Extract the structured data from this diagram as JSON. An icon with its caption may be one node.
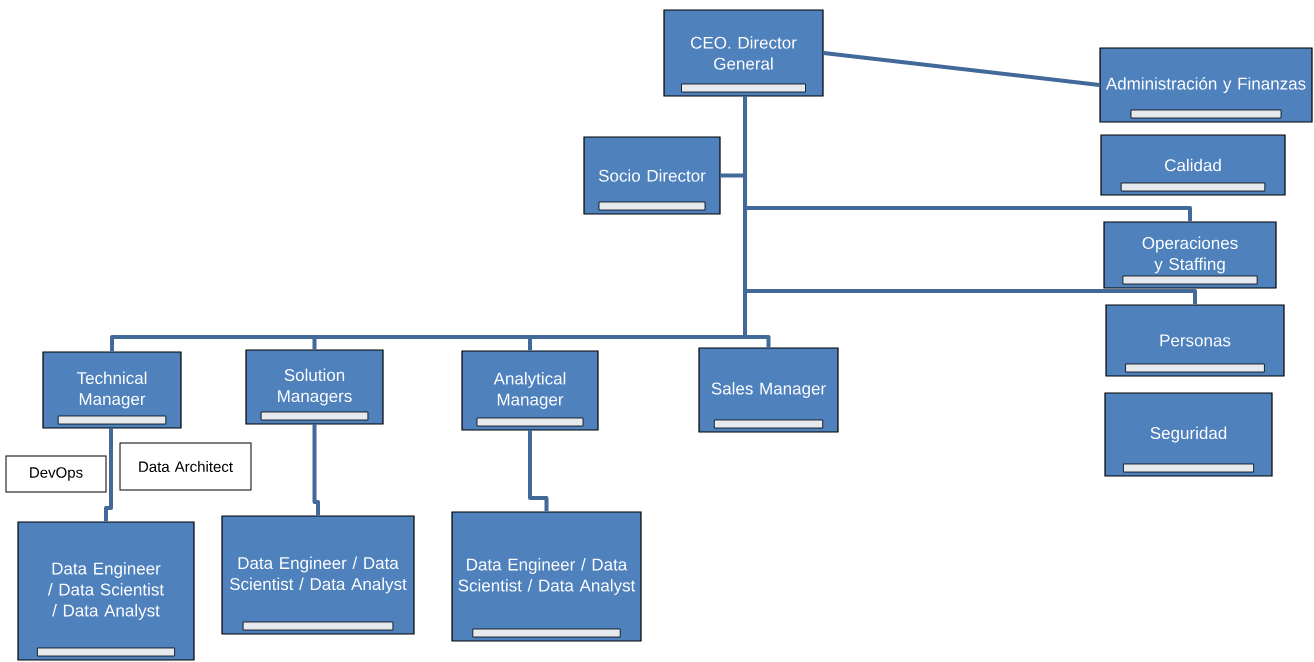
{
  "diagram": {
    "nodes": [
      {
        "text": [
          "CEO. Director General"
        ]
      },
      {
        "text": [
          "Socio Director"
        ]
      },
      {
        "text": [
          "Administración y Finanzas"
        ]
      },
      {
        "text": [
          "Calidad"
        ]
      },
      {
        "text": [
          "Operaciones y Staffing"
        ]
      },
      {
        "text": [
          "Personas"
        ]
      },
      {
        "text": [
          "Seguridad"
        ]
      },
      {
        "text": [
          "Technical Manager"
        ]
      },
      {
        "text": [
          "Solution Managers"
        ]
      },
      {
        "text": [
          "Analytical Manager"
        ]
      },
      {
        "text": [
          "Sales Manager"
        ]
      },
      {
        "text": [
          "DevOps"
        ]
      },
      {
        "text": [
          "Data Architect"
        ]
      },
      {
        "text": [
          "Data Engineer / Data Scientist / Data Analyst"
        ]
      },
      {
        "text": [
          "Data Engineer / Data Scientist / Data Analyst"
        ]
      },
      {
        "text": [
          "Data Engineer / Data Scientist / Data Analyst"
        ]
      }
    ],
    "edges": [
      {
        "from": 0,
        "to": 1,
        "arrow": "none"
      },
      {
        "from": 0,
        "to": 2,
        "arrow": "none"
      },
      {
        "from": 0,
        "to": 4,
        "arrow": "none"
      },
      {
        "from": 0,
        "to": 5,
        "arrow": "none"
      },
      {
        "from": 0,
        "to": 7,
        "arrow": "none"
      },
      {
        "from": 0,
        "to": 8,
        "arrow": "none"
      },
      {
        "from": 0,
        "to": 9,
        "arrow": "none"
      },
      {
        "from": 0,
        "to": 10,
        "arrow": "none"
      },
      {
        "from": 7,
        "to": 13,
        "arrow": "none"
      },
      {
        "from": 8,
        "to": 14,
        "arrow": "none"
      },
      {
        "from": 9,
        "to": 15,
        "arrow": "none"
      }
    ]
  }
}
